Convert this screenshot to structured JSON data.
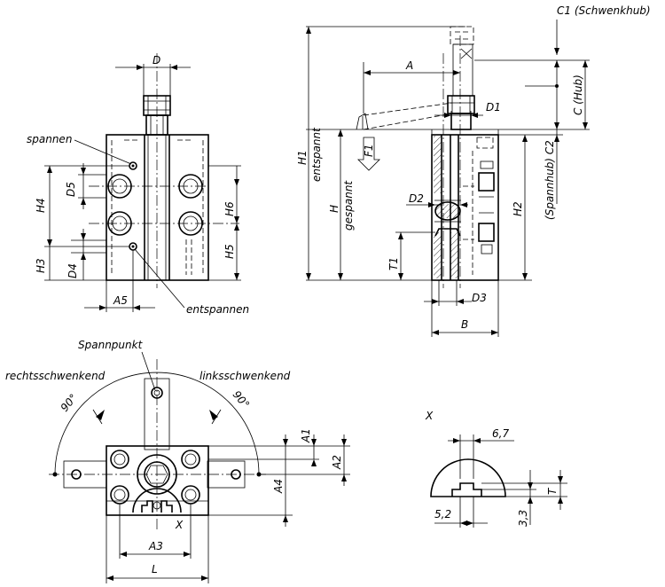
{
  "labels": {
    "D": "D",
    "spannen": "spannen",
    "D5": "D5",
    "H4": "H4",
    "H6": "H6",
    "H5": "H5",
    "H3": "H3",
    "D4": "D4",
    "A5": "A5",
    "entspannen": "entspannen",
    "C1": "C1 (Schwenkhub)",
    "A": "A",
    "C_hub": "C (Hub)",
    "D1": "D1",
    "H1": "H1",
    "entspannt": "entspannt",
    "F1": "F1",
    "H": "H",
    "gespannt": "gespannt",
    "C2": "(Spannhub) C2",
    "D2": "D2",
    "H2": "H2",
    "T1": "T1",
    "D3": "D3",
    "B": "B",
    "spannpunkt": "Spannpunkt",
    "rechts": "rechtsschwenkend",
    "links": "linksschwenkend",
    "deg_left": "90°",
    "deg_right": "90°",
    "A1": "A1",
    "A2": "A2",
    "A4": "A4",
    "X_bottom": "X",
    "A3": "A3",
    "L": "L",
    "X_detail": "X",
    "v67": "6,7",
    "T": "T",
    "v52": "5,2",
    "v33": "3,3"
  }
}
